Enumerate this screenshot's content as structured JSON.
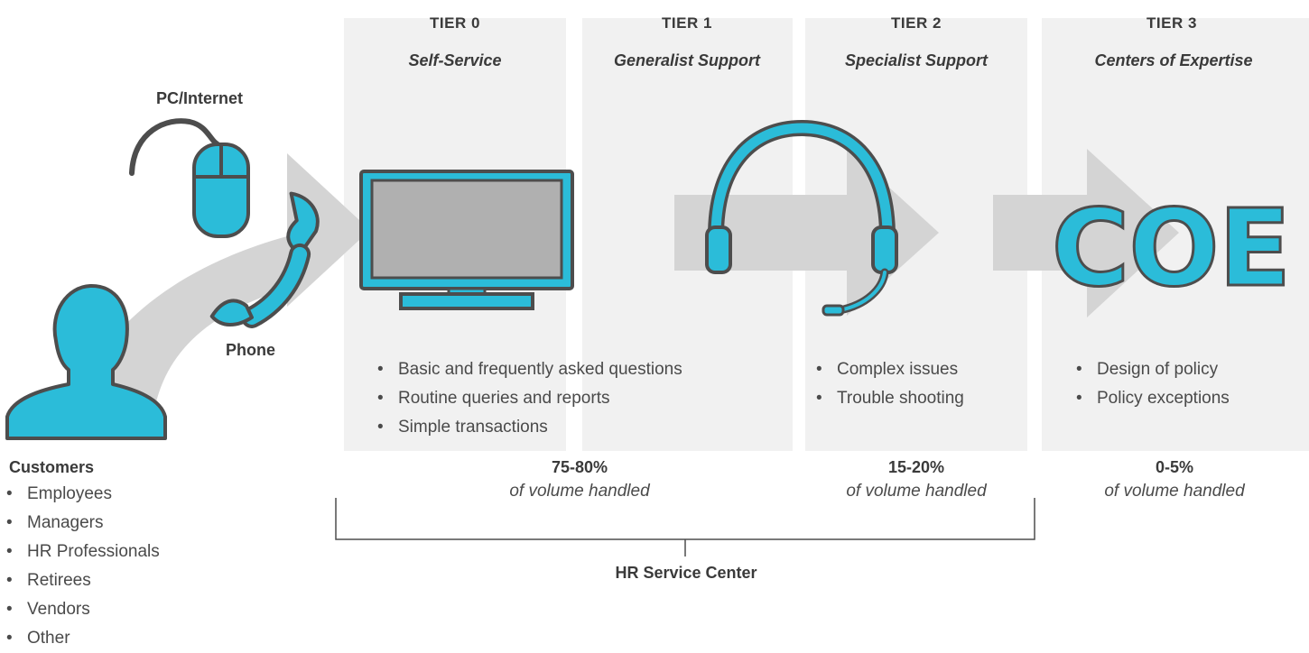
{
  "tiers": [
    {
      "title": "TIER 0",
      "subtitle": "Self-Service"
    },
    {
      "title": "TIER 1",
      "subtitle": "Generalist Support"
    },
    {
      "title": "TIER 2",
      "subtitle": "Specialist Support"
    },
    {
      "title": "TIER 3",
      "subtitle": "Centers of Expertise"
    }
  ],
  "channels": {
    "pc": "PC/Internet",
    "phone": "Phone"
  },
  "coe_logo_text": "COE",
  "tier01_bullets": [
    "Basic and frequently asked questions",
    "Routine queries and reports",
    "Simple transactions"
  ],
  "tier2_bullets": [
    "Complex issues",
    "Trouble shooting"
  ],
  "tier3_bullets": [
    "Design of policy",
    "Policy exceptions"
  ],
  "volumes": [
    {
      "pct": "75-80%",
      "label": "of volume handled"
    },
    {
      "pct": "15-20%",
      "label": "of volume handled"
    },
    {
      "pct": "0-5%",
      "label": "of volume handled"
    }
  ],
  "service_center": "HR Service Center",
  "customers": {
    "title": "Customers",
    "items": [
      "Employees",
      "Managers",
      "HR Professionals",
      "Retirees",
      "Vendors",
      "Other"
    ]
  },
  "colors": {
    "accent": "#2bbcd9",
    "outline": "#4d4d4d",
    "panel": "#f1f1f1",
    "arrow": "#d4d4d4",
    "screen": "#b0b0b0"
  }
}
